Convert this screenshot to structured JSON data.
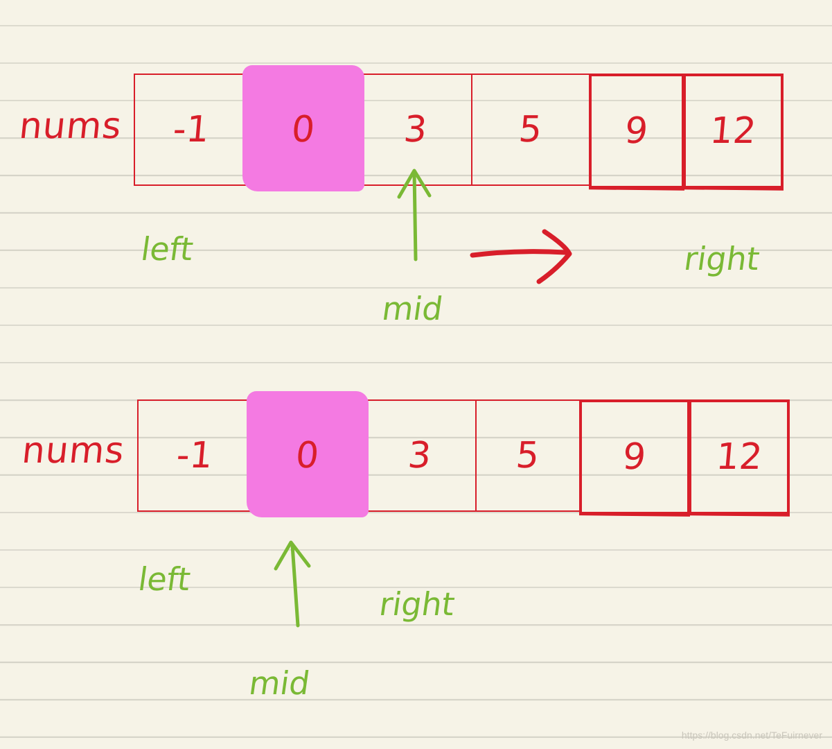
{
  "panels": [
    {
      "array_label": "nums",
      "cells": [
        {
          "value": "-1",
          "highlight": false
        },
        {
          "value": "0",
          "highlight": true
        },
        {
          "value": "3",
          "highlight": false
        },
        {
          "value": "5",
          "highlight": false
        },
        {
          "value": "9",
          "highlight": false
        },
        {
          "value": "12",
          "highlight": false
        }
      ],
      "pointers": {
        "left": "left",
        "mid": "mid",
        "right": "right"
      }
    },
    {
      "array_label": "nums",
      "cells": [
        {
          "value": "-1",
          "highlight": false
        },
        {
          "value": "0",
          "highlight": true
        },
        {
          "value": "3",
          "highlight": false
        },
        {
          "value": "5",
          "highlight": false
        },
        {
          "value": "9",
          "highlight": false
        },
        {
          "value": "12",
          "highlight": false
        }
      ],
      "pointers": {
        "left": "left",
        "mid": "mid",
        "right": "right"
      }
    }
  ],
  "colors": {
    "array_ink": "#d81e2a",
    "pointer_ink": "#7ab935",
    "highlight": "#f47ae2",
    "paper": "#f6f3e7"
  },
  "watermark": "https://blog.csdn.net/TeFuirnever"
}
